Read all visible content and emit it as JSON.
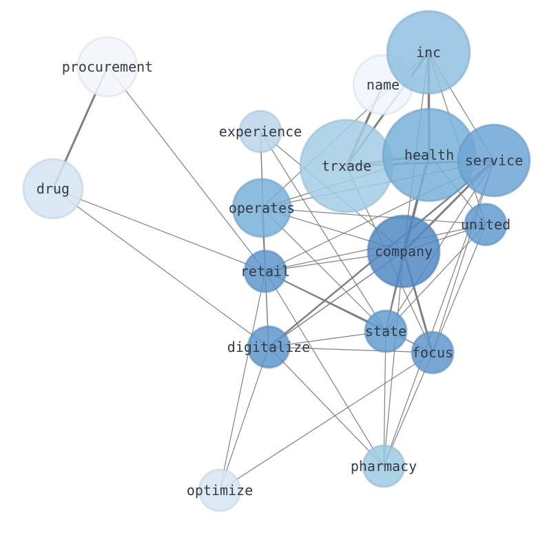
{
  "graph": {
    "nodes": [
      {
        "id": "procurement",
        "label": "procurement",
        "color": "#f2f7fd"
      },
      {
        "id": "drug",
        "label": "drug",
        "color": "#d5e4f3"
      },
      {
        "id": "experience",
        "label": "experience",
        "color": "#bad6ea"
      },
      {
        "id": "name",
        "label": "name",
        "color": "#f0f6fd"
      },
      {
        "id": "inc",
        "label": "inc",
        "color": "#8fbfe0"
      },
      {
        "id": "trxade",
        "label": "trxade",
        "color": "#a5cde4"
      },
      {
        "id": "health",
        "label": "health",
        "color": "#78b0d8"
      },
      {
        "id": "service",
        "label": "service",
        "color": "#6da6d3"
      },
      {
        "id": "operates",
        "label": "operates",
        "color": "#78b1d8"
      },
      {
        "id": "united",
        "label": "united",
        "color": "#629ccf"
      },
      {
        "id": "company",
        "label": "company",
        "color": "#5189c4"
      },
      {
        "id": "retail",
        "label": "retail",
        "color": "#5e97cc"
      },
      {
        "id": "state",
        "label": "state",
        "color": "#629dcf"
      },
      {
        "id": "digitalize",
        "label": "digitalize",
        "color": "#5d97cc"
      },
      {
        "id": "focus",
        "label": "focus",
        "color": "#5f99cd"
      },
      {
        "id": "pharmacy",
        "label": "pharmacy",
        "color": "#9ecae2"
      },
      {
        "id": "optimize",
        "label": "optimize",
        "color": "#d7e6f4"
      }
    ],
    "edges": [
      [
        "procurement",
        "drug",
        3
      ],
      [
        "procurement",
        "retail",
        1.2
      ],
      [
        "drug",
        "retail",
        1.2
      ],
      [
        "drug",
        "digitalize",
        1.2
      ],
      [
        "experience",
        "retail",
        1.5
      ],
      [
        "experience",
        "state",
        1.2
      ],
      [
        "experience",
        "company",
        1.2
      ],
      [
        "name",
        "trxade",
        3.5
      ],
      [
        "inc",
        "trxade",
        3
      ],
      [
        "inc",
        "health",
        3.5
      ],
      [
        "inc",
        "company",
        1.2
      ],
      [
        "inc",
        "service",
        1.2
      ],
      [
        "inc",
        "united",
        1.2
      ],
      [
        "inc",
        "operates",
        1.2
      ],
      [
        "trxade",
        "health",
        3
      ],
      [
        "trxade",
        "service",
        3
      ],
      [
        "trxade",
        "focus",
        1.2
      ],
      [
        "health",
        "company",
        3.5
      ],
      [
        "health",
        "operates",
        1.2
      ],
      [
        "health",
        "united",
        1.2
      ],
      [
        "health",
        "state",
        1.2
      ],
      [
        "service",
        "operates",
        1.2
      ],
      [
        "service",
        "company",
        3
      ],
      [
        "service",
        "digitalize",
        2.5
      ],
      [
        "service",
        "retail",
        1.2
      ],
      [
        "service",
        "state",
        1.2
      ],
      [
        "service",
        "focus",
        1.2
      ],
      [
        "service",
        "pharmacy",
        1.2
      ],
      [
        "operates",
        "company",
        1.2
      ],
      [
        "operates",
        "united",
        1.2
      ],
      [
        "operates",
        "retail",
        1.5
      ],
      [
        "operates",
        "state",
        1.2
      ],
      [
        "united",
        "company",
        1.2
      ],
      [
        "united",
        "retail",
        1.2
      ],
      [
        "united",
        "state",
        1.2
      ],
      [
        "united",
        "focus",
        1.2
      ],
      [
        "company",
        "retail",
        1.2
      ],
      [
        "company",
        "focus",
        3
      ],
      [
        "company",
        "state",
        2
      ],
      [
        "company",
        "digitalize",
        1.5
      ],
      [
        "company",
        "pharmacy",
        1.2
      ],
      [
        "retail",
        "state",
        2
      ],
      [
        "retail",
        "focus",
        1.5
      ],
      [
        "retail",
        "digitalize",
        1.5
      ],
      [
        "retail",
        "optimize",
        1.2
      ],
      [
        "retail",
        "pharmacy",
        1.2
      ],
      [
        "state",
        "digitalize",
        1.2
      ],
      [
        "state",
        "pharmacy",
        1.2
      ],
      [
        "digitalize",
        "focus",
        1.2
      ],
      [
        "digitalize",
        "pharmacy",
        1.2
      ],
      [
        "digitalize",
        "optimize",
        1.2
      ],
      [
        "focus",
        "pharmacy",
        1.2
      ],
      [
        "focus",
        "optimize",
        1.2
      ]
    ]
  }
}
